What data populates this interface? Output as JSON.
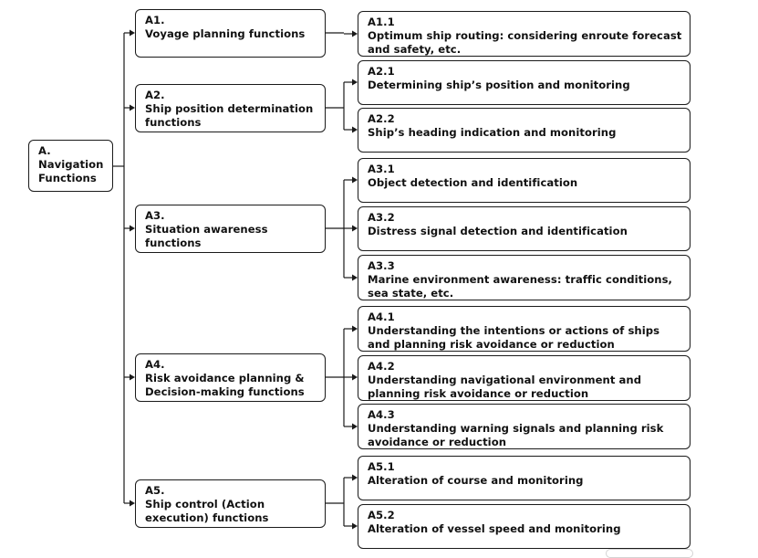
{
  "root": {
    "id": "A.",
    "title": "Navigation Functions"
  },
  "groups": [
    {
      "id": "A1.",
      "title": "Voyage planning functions",
      "items": [
        {
          "id": "A1.1",
          "title": "Optimum ship routing: considering enroute forecast and safety, etc."
        }
      ]
    },
    {
      "id": "A2.",
      "title": "Ship position determination functions",
      "items": [
        {
          "id": "A2.1",
          "title": "Determining ship’s position and monitoring"
        },
        {
          "id": "A2.2",
          "title": "Ship’s heading indication and monitoring"
        }
      ]
    },
    {
      "id": "A3.",
      "title": "Situation awareness functions",
      "items": [
        {
          "id": "A3.1",
          "title": "Object detection and identification"
        },
        {
          "id": "A3.2",
          "title": "Distress signal detection and identification"
        },
        {
          "id": "A3.3",
          "title": "Marine environment awareness: traffic conditions, sea state, etc."
        }
      ]
    },
    {
      "id": "A4.",
      "title": "Risk avoidance planning & Decision-making functions",
      "items": [
        {
          "id": "A4.1",
          "title": "Understanding the intentions or actions of ships and planning risk avoidance or reduction"
        },
        {
          "id": "A4.2",
          "title": "Understanding navigational environment and planning risk avoidance or reduction"
        },
        {
          "id": "A4.3",
          "title": "Understanding warning signals and planning risk avoidance or reduction"
        }
      ]
    },
    {
      "id": "A5.",
      "title": "Ship control (Action execution) functions",
      "items": [
        {
          "id": "A5.1",
          "title": "Alteration of course and monitoring"
        },
        {
          "id": "A5.2",
          "title": "Alteration of vessel speed and monitoring"
        }
      ]
    }
  ]
}
